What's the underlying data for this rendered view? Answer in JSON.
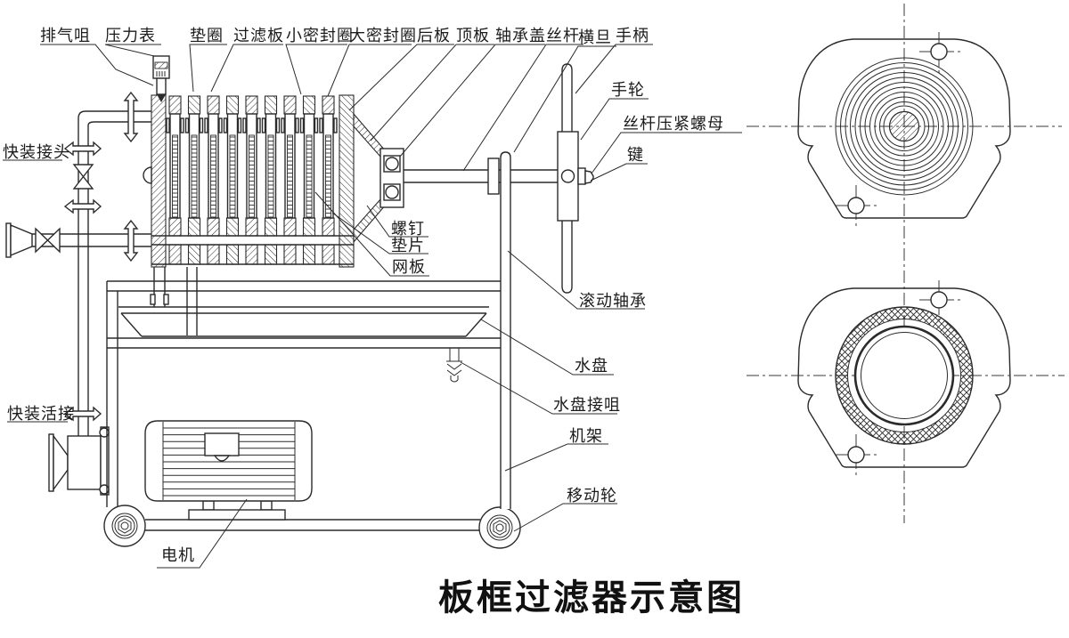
{
  "drawing": {
    "title": "板框过滤器示意图",
    "callouts": {
      "exhaust_nozzle": "排气咀",
      "pressure_gauge": "压力表",
      "gasket_ring": "垫圈",
      "filter_plate": "过滤板",
      "small_seal_ring": "小密封圈",
      "large_seal_ring": "大密封圈",
      "back_plate": "后板",
      "top_plate": "顶板",
      "bearing_cover": "轴承盖",
      "screw_rod": "丝杆",
      "cross_bar": "横旦",
      "handle": "手柄",
      "handwheel": "手轮",
      "screw_compression_nut": "丝杆压紧螺母",
      "key": "键",
      "quick_fit_connector": "快装接头",
      "quick_fit_union": "快装活接",
      "screw": "螺钉",
      "shim": "垫片",
      "mesh_plate": "网板",
      "rolling_bearing": "滚动轴承",
      "water_pan": "水盘",
      "water_pan_nozzle": "水盘接咀",
      "machine_frame": "机架",
      "moving_wheel": "移动轮",
      "motor": "电机"
    },
    "colors": {
      "line": "#2b2b2b",
      "background": "#ffffff"
    }
  }
}
